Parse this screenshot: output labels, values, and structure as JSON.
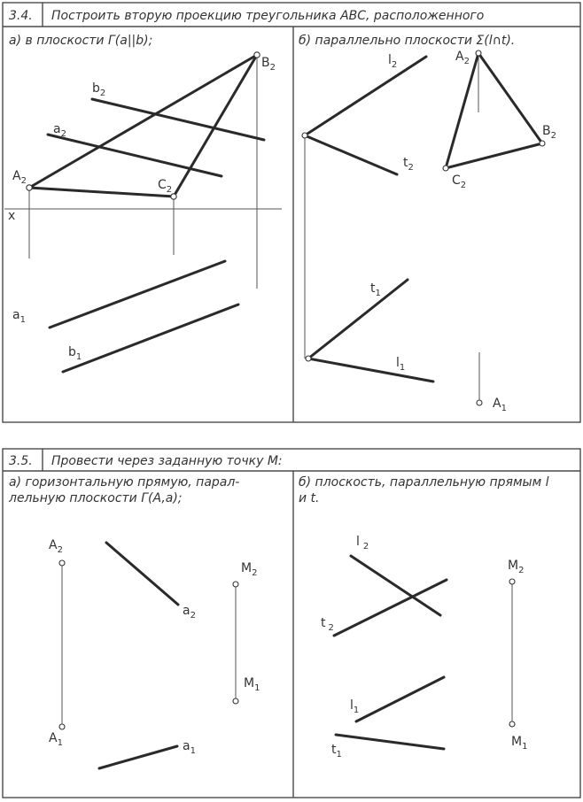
{
  "task_34": {
    "number": "3.4.",
    "title": "Построить вторую проекцию треугольника ABC, расположенного",
    "part_a": {
      "caption": "а) в плоскости Г(a||b);",
      "labels": {
        "B2": "B",
        "A2": "A",
        "C2": "C",
        "b2": "b",
        "a2": "a",
        "x": "x",
        "a1": "a",
        "b1": "b"
      }
    },
    "part_b": {
      "caption": "б) параллельно плоскости Σ(l∩t).",
      "labels": {
        "l2": "l",
        "t2": "t",
        "A2": "A",
        "B2": "B",
        "C2": "C",
        "t1": "t",
        "l1": "l",
        "A1": "A"
      }
    }
  },
  "task_35": {
    "number": "3.5.",
    "title": "Провести через заданную точку M:",
    "part_a": {
      "caption_line1": "а) горизонтальную прямую, парал-",
      "caption_line2": "лельную плоскости Г(A,a);",
      "labels": {
        "A2": "A",
        "a2": "a",
        "M2": "M",
        "M1": "M",
        "A1": "A",
        "a1": "a"
      }
    },
    "part_b": {
      "caption_line1": "б) плоскость, параллельную прямым l",
      "caption_line2": "и t.",
      "labels": {
        "l2": "l",
        "t2": "t",
        "M2": "M",
        "l1": "l",
        "t1": "t",
        "M1": "M"
      }
    }
  },
  "subscripts": {
    "one": "1",
    "two": "2"
  }
}
